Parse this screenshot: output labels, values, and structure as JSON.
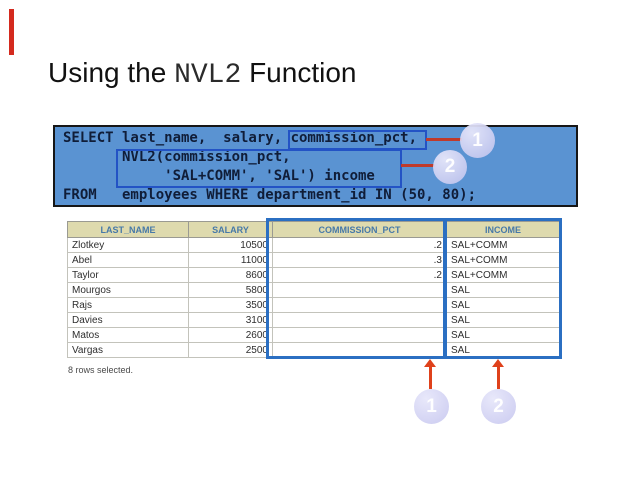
{
  "slide_title": {
    "prefix": "Using the ",
    "code": "NVL2",
    "suffix": " Function"
  },
  "sql_code": {
    "lines": [
      "SELECT last_name,  salary, commission_pct,",
      "       NVL2(commission_pct,",
      "            'SAL+COMM', 'SAL') income",
      "FROM   employees WHERE department_id IN (50, 80);"
    ],
    "highlight_1_text": "commission_pct",
    "highlight_2_text": "NVL2(commission_pct, 'SAL+COMM', 'SAL') income"
  },
  "callouts": {
    "top": [
      {
        "label": "1"
      },
      {
        "label": "2"
      }
    ],
    "bottom": [
      {
        "label": "1"
      },
      {
        "label": "2"
      }
    ]
  },
  "results_table": {
    "columns": [
      "LAST_NAME",
      "SALARY",
      "COMMISSION_PCT",
      "INCOME"
    ],
    "rows": [
      [
        "Zlotkey",
        "10500",
        ".2",
        "SAL+COMM"
      ],
      [
        "Abel",
        "11000",
        ".3",
        "SAL+COMM"
      ],
      [
        "Taylor",
        "8600",
        ".2",
        "SAL+COMM"
      ],
      [
        "Mourgos",
        "5800",
        "",
        "SAL"
      ],
      [
        "Rajs",
        "3500",
        "",
        "SAL"
      ],
      [
        "Davies",
        "3100",
        "",
        "SAL"
      ],
      [
        "Matos",
        "2600",
        "",
        "SAL"
      ],
      [
        "Vargas",
        "2500",
        "",
        "SAL"
      ]
    ],
    "footer": "8 rows selected."
  },
  "colors": {
    "accent_bar_red": "#d42a1e",
    "code_background": "#5a93d2",
    "code_text": "#101d38",
    "highlight_box_border": "#2353c5",
    "connector_red": "#bf3a2b",
    "arrow_red": "#df411b",
    "table_header_bg": "#dedaae",
    "table_header_text": "#4779a8",
    "column_highlight_border": "#2b6fc2",
    "callout_circle_bg": "#c3c3ee"
  }
}
